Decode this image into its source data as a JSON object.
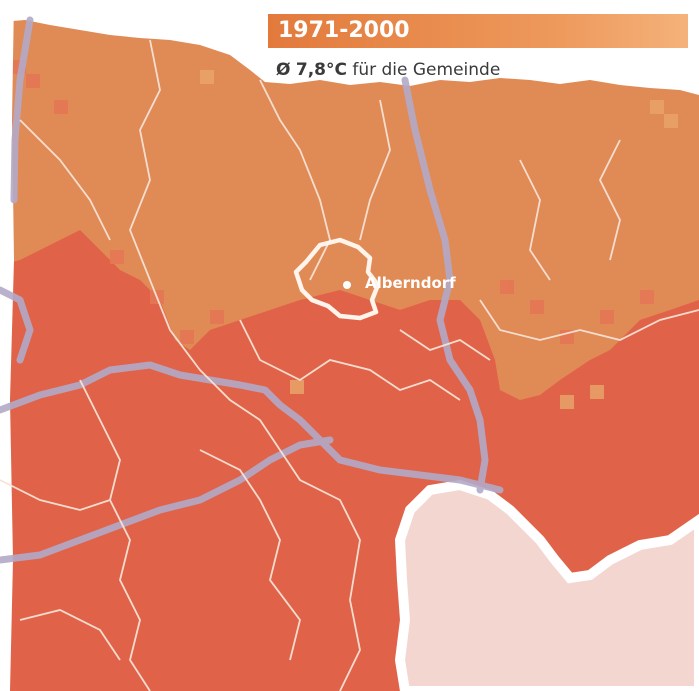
{
  "period": "1971-2000",
  "stat": {
    "prefix": "Ø",
    "value": "7,8°C",
    "suffix": "für die Gemeinde"
  },
  "place": {
    "name": "Alberndorf"
  },
  "colors": {
    "warm_zone": "#e06349",
    "cool_zone": "#e08a55",
    "outside_zone": "#f4d6d0",
    "river": "#b3a9c8",
    "boundary": "#f7e3d6",
    "highlight_boundary": "#fff4ec"
  },
  "icons": {
    "town_marker": "dot-icon"
  }
}
